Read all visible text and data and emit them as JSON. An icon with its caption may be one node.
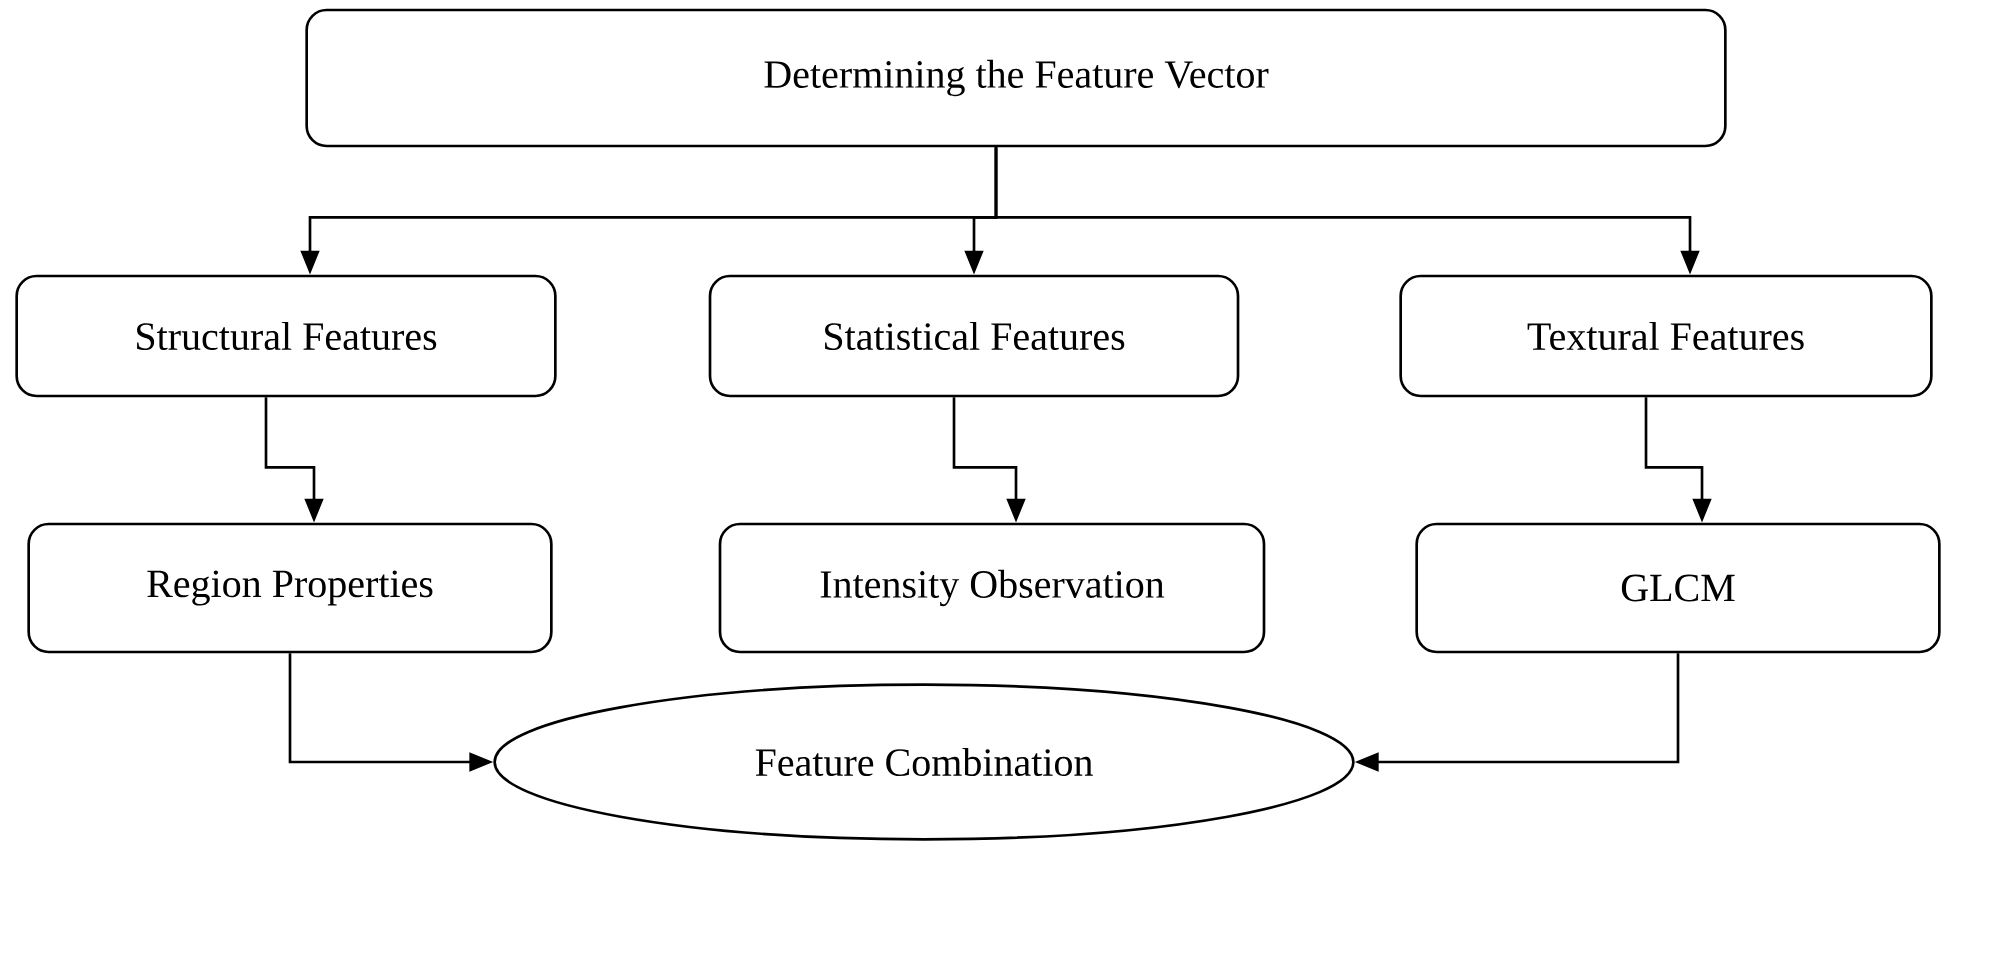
{
  "diagram": {
    "nodes": [
      {
        "text": [
          "Determining the Feature Vector"
        ]
      },
      {
        "text": [
          "Structural Features"
        ]
      },
      {
        "text": [
          "Statistical Features"
        ]
      },
      {
        "text": [
          "Textural Features"
        ]
      },
      {
        "text": [
          "Region Properties"
        ]
      },
      {
        "text": [
          "Intensity Observation"
        ]
      },
      {
        "text": [
          "GLCM"
        ]
      },
      {
        "text": [
          "Feature Combination"
        ]
      }
    ],
    "edges": [
      {
        "from": 0,
        "to": 1,
        "arrow": "to"
      },
      {
        "from": 0,
        "to": 2,
        "arrow": "to"
      },
      {
        "from": 0,
        "to": 3,
        "arrow": "to"
      },
      {
        "from": 1,
        "to": 4,
        "arrow": "to"
      },
      {
        "from": 2,
        "to": 5,
        "arrow": "to"
      },
      {
        "from": 3,
        "to": 6,
        "arrow": "to"
      },
      {
        "from": 4,
        "to": 7,
        "arrow": "to"
      },
      {
        "from": 6,
        "to": 7,
        "arrow": "to"
      }
    ]
  }
}
